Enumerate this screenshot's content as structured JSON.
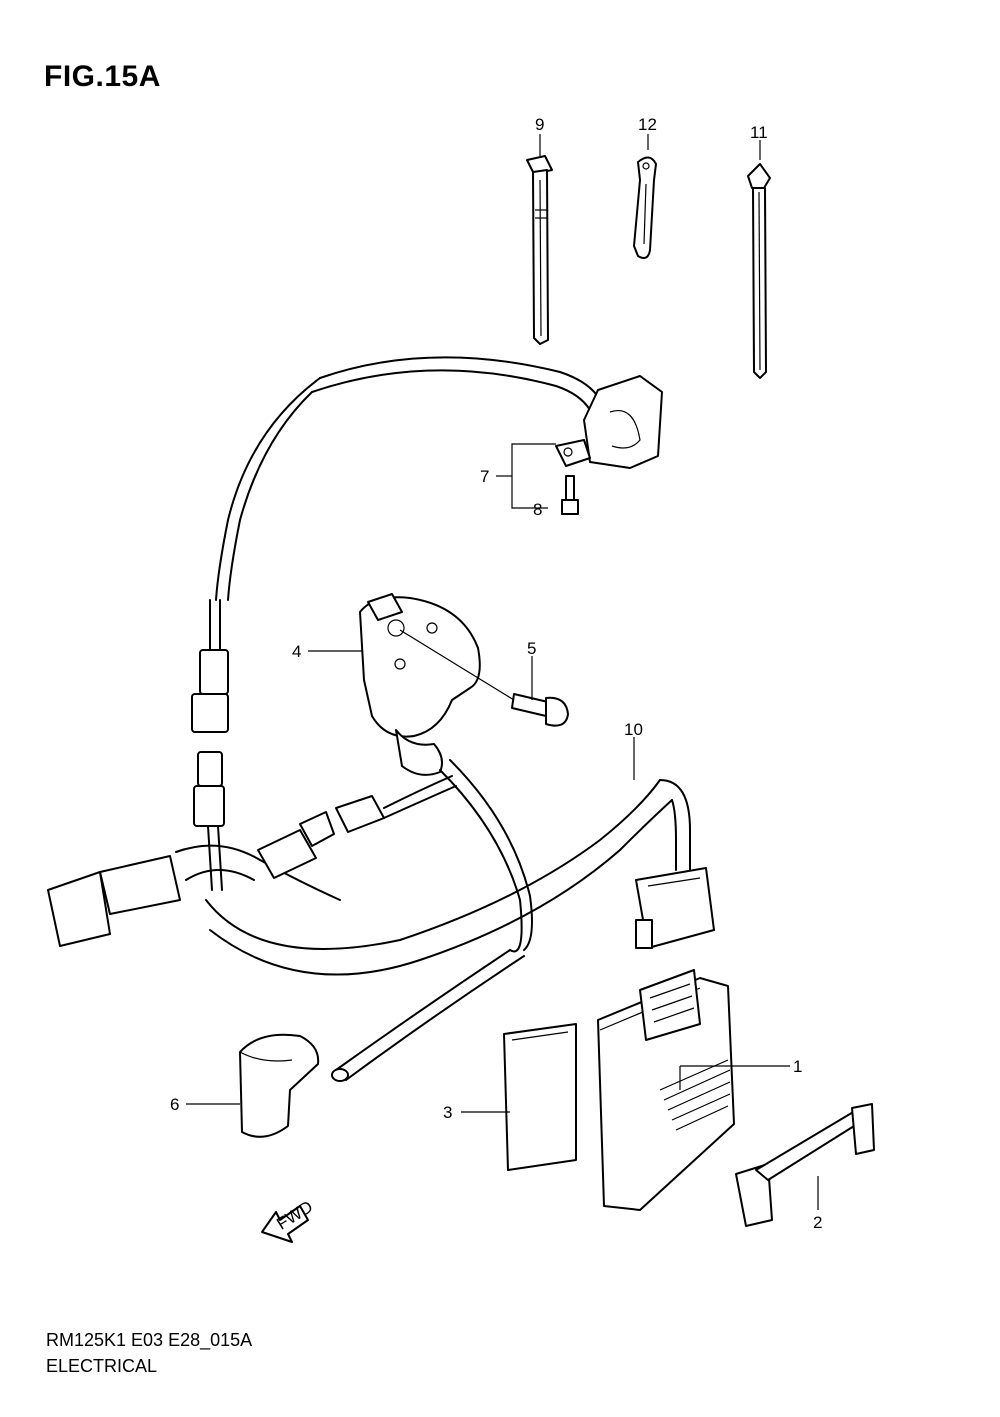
{
  "figure": {
    "title": "FIG.15A"
  },
  "callouts": [
    {
      "id": "1",
      "text": "1"
    },
    {
      "id": "2",
      "text": "2"
    },
    {
      "id": "3",
      "text": "3"
    },
    {
      "id": "4",
      "text": "4"
    },
    {
      "id": "5",
      "text": "5"
    },
    {
      "id": "6",
      "text": "6"
    },
    {
      "id": "7",
      "text": "7"
    },
    {
      "id": "8",
      "text": "8"
    },
    {
      "id": "9",
      "text": "9"
    },
    {
      "id": "10",
      "text": "10"
    },
    {
      "id": "11",
      "text": "11"
    },
    {
      "id": "12",
      "text": "12"
    }
  ],
  "direction_arrow": {
    "label": "FWD"
  },
  "footer": {
    "code": "RM125K1 E03 E28_015A",
    "name": "ELECTRICAL"
  }
}
